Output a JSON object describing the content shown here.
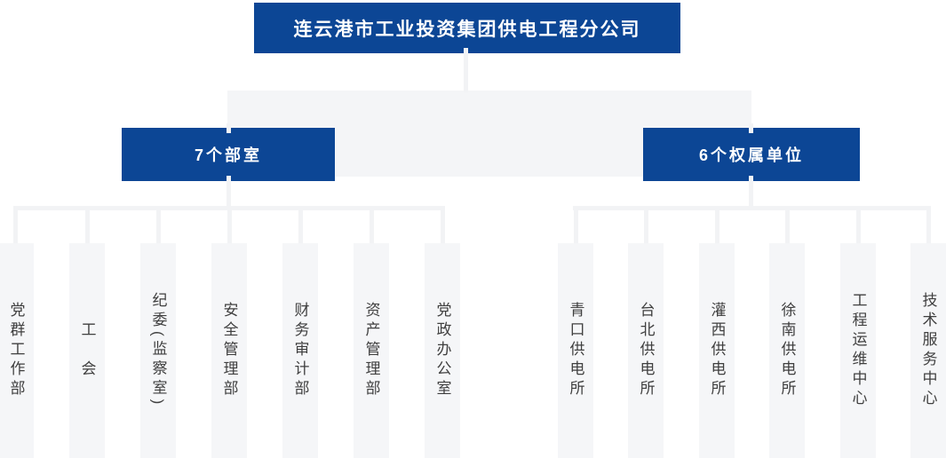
{
  "org_chart": {
    "root": {
      "label": "连云港市工业投资集团供电工程分公司"
    },
    "groups": [
      {
        "id": "departments",
        "label": "7个部室",
        "children": [
          "党群工作部",
          "工　会",
          "纪委(监察室)",
          "安全管理部",
          "财务审计部",
          "资产管理部",
          "党政办公室"
        ]
      },
      {
        "id": "subsidiaries",
        "label": "6个权属单位",
        "children": [
          "青口供电所",
          "台北供电所",
          "灌西供电所",
          "徐南供电所",
          "工程运维中心",
          "技术服务中心"
        ]
      }
    ],
    "colors": {
      "primary_blue": "#0c4695",
      "connector_gray": "#f2f3f5",
      "leaf_background": "#f5f6f8",
      "leaf_text": "#3f3f3f"
    }
  }
}
